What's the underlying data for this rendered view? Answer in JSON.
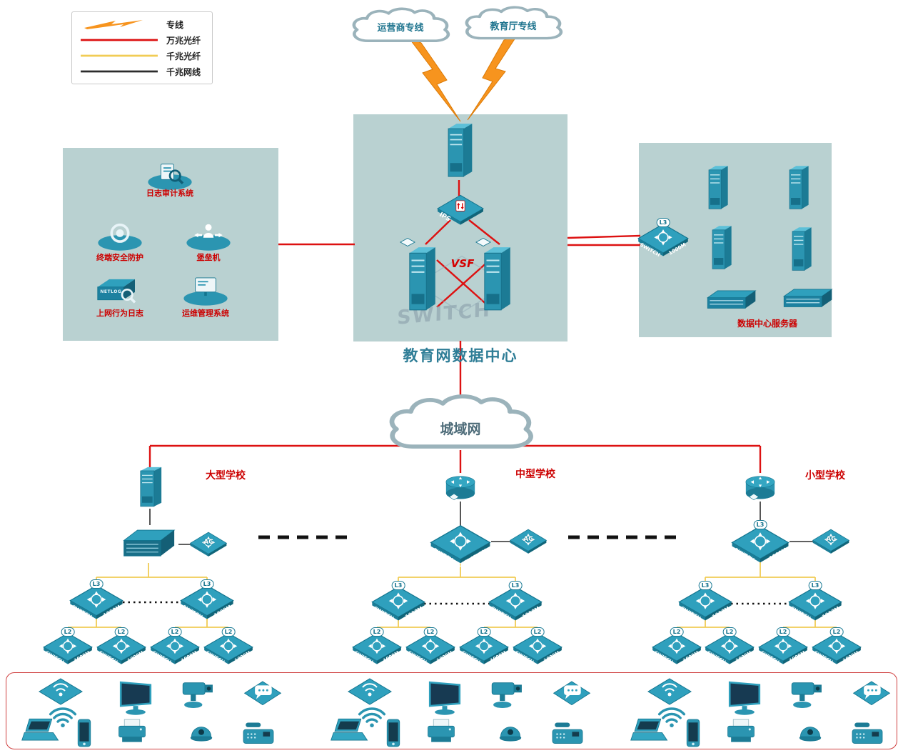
{
  "legend": {
    "items": [
      {
        "label": "专线"
      },
      {
        "label": "万兆光纤"
      },
      {
        "label": "千兆光纤"
      },
      {
        "label": "千兆网线"
      }
    ]
  },
  "colors": {
    "fiber10g": "#dd1111",
    "fiber1g": "#f1cc55",
    "cable1g": "#2c2c2c",
    "bolt": "#f7941e",
    "device_teal": "#2fa0bd",
    "panel_bg": "#b9d1d1"
  },
  "clouds": {
    "carrier": "运营商专线",
    "edu": "教育厅专线",
    "man": "城域网"
  },
  "data_center": {
    "title": "教育网数据中心",
    "ips": "IPS",
    "vsf": "VSF",
    "watermark": "SWITCH"
  },
  "security": {
    "log_audit": "日志审计系统",
    "terminal": "终端安全防护",
    "bastion": "堡垒机",
    "netlog_label": "上网行为日志",
    "netlog_icon": "NETLOG",
    "ops": "运维管理系统"
  },
  "servers": {
    "title": "数据中心服务器"
  },
  "labels": {
    "switch": "SWITCH",
    "speed": "1000M",
    "l3": "L3",
    "l2": "L2",
    "ac": "AC",
    "dc": "DATA CENTER"
  },
  "schools": {
    "large": {
      "name": "大型学校"
    },
    "medium": {
      "name": "中型学校"
    },
    "small": {
      "name": "小型学校"
    }
  },
  "terminal_devices": [
    "wireless-ap",
    "wifi-signal",
    "laptop",
    "smartphone",
    "monitor",
    "printer",
    "ptz-camera",
    "dome-camera",
    "chat-terminal",
    "fax-phone"
  ]
}
